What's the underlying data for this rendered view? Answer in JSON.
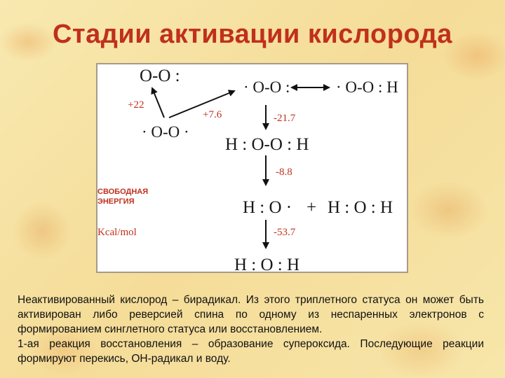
{
  "slide": {
    "title": "Стадии активации кислорода"
  },
  "diagram": {
    "molecules": {
      "triplet": "O-O :",
      "biradical": "· O-O ·",
      "singlet": "· O-O :",
      "superoxide": "· O-O : H",
      "peroxide": "H : O-O : H",
      "radical": "H : O ·",
      "plus": "+",
      "water_a": "H : O : H",
      "water_final": "H : O : H"
    },
    "energies": {
      "e1": "+22",
      "e2": "+7.6",
      "e3": "-21.7",
      "e4": "-8.8",
      "e5": "-53.7"
    },
    "axis_label": "СВОБОДНАЯ ЭНЕРГИЯ",
    "unit": "Kcal/mol"
  },
  "text": {
    "paragraph1": "Неактивированный кислород – бирадикал. Из этого триплетного статуса он может быть активирован либо реверсией спина по одному из неспаренных электронов с формированием синглетного статуса или восстановлением.",
    "paragraph2": "1-ая реакция восстановления – образование супероксида. Последующие реакции формируют перекись, ОН-радикал и воду."
  }
}
